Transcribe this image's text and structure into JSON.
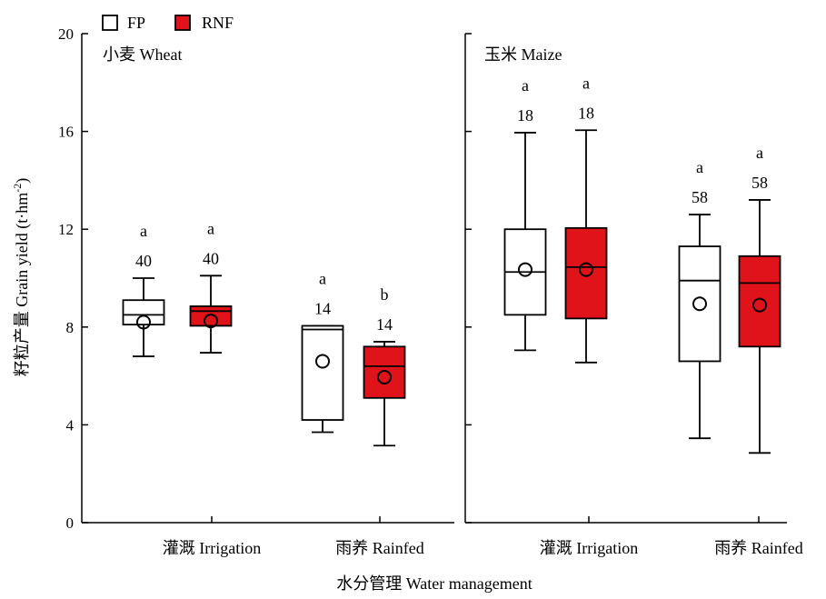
{
  "chart_data": {
    "type": "box",
    "xlabel": "水分管理 Water management",
    "ylabel": "籽粒产量 Grain yield (t·hm",
    "ylabel_superscript": "-2",
    "ylabel_close": ")",
    "ylim": [
      0,
      20
    ],
    "yticks": [
      "0",
      "4",
      "8",
      "12",
      "16",
      "20"
    ],
    "legend": {
      "placement": "top-left",
      "items": [
        {
          "label": "FP",
          "color": "#ffffff"
        },
        {
          "label": "RNF",
          "color": "#e0121a"
        }
      ]
    },
    "categories": [
      "灌溉 Irrigation",
      "雨养 Rainfed"
    ],
    "panels": [
      {
        "title": "小麦 Wheat",
        "groups": [
          {
            "category": "灌溉 Irrigation",
            "boxes": [
              {
                "series": "FP",
                "color": "#ffffff",
                "min": 6.8,
                "q1": 8.1,
                "median": 8.5,
                "q3": 9.1,
                "max": 10.0,
                "mean": 8.2,
                "n": "40",
                "letter": "a"
              },
              {
                "series": "RNF",
                "color": "#e0121a",
                "min": 6.95,
                "q1": 8.05,
                "median": 8.65,
                "q3": 8.85,
                "max": 10.1,
                "mean": 8.25,
                "n": "40",
                "letter": "a"
              }
            ]
          },
          {
            "category": "雨养 Rainfed",
            "boxes": [
              {
                "series": "FP",
                "color": "#ffffff",
                "min": 3.7,
                "q1": 4.2,
                "median": 7.9,
                "q3": 8.05,
                "max": 8.05,
                "mean": 6.6,
                "n": "14",
                "letter": "a"
              },
              {
                "series": "RNF",
                "color": "#e0121a",
                "min": 3.15,
                "q1": 5.1,
                "median": 6.4,
                "q3": 7.2,
                "max": 7.4,
                "mean": 5.95,
                "n": "14",
                "letter": "b"
              }
            ]
          }
        ]
      },
      {
        "title": "玉米 Maize",
        "groups": [
          {
            "category": "灌溉 Irrigation",
            "boxes": [
              {
                "series": "FP",
                "color": "#ffffff",
                "min": 7.05,
                "q1": 8.5,
                "median": 10.25,
                "q3": 12.0,
                "max": 15.95,
                "mean": 10.35,
                "n": "18",
                "letter": "a"
              },
              {
                "series": "RNF",
                "color": "#e0121a",
                "min": 6.55,
                "q1": 8.35,
                "median": 10.45,
                "q3": 12.05,
                "max": 16.05,
                "mean": 10.35,
                "n": "18",
                "letter": "a"
              }
            ]
          },
          {
            "category": "雨养 Rainfed",
            "boxes": [
              {
                "series": "FP",
                "color": "#ffffff",
                "min": 3.45,
                "q1": 6.6,
                "median": 9.9,
                "q3": 11.3,
                "max": 12.6,
                "mean": 8.95,
                "n": "58",
                "letter": "a"
              },
              {
                "series": "RNF",
                "color": "#e0121a",
                "min": 2.85,
                "q1": 7.2,
                "median": 9.8,
                "q3": 10.9,
                "max": 13.2,
                "mean": 8.9,
                "n": "58",
                "letter": "a"
              }
            ]
          }
        ]
      }
    ]
  }
}
